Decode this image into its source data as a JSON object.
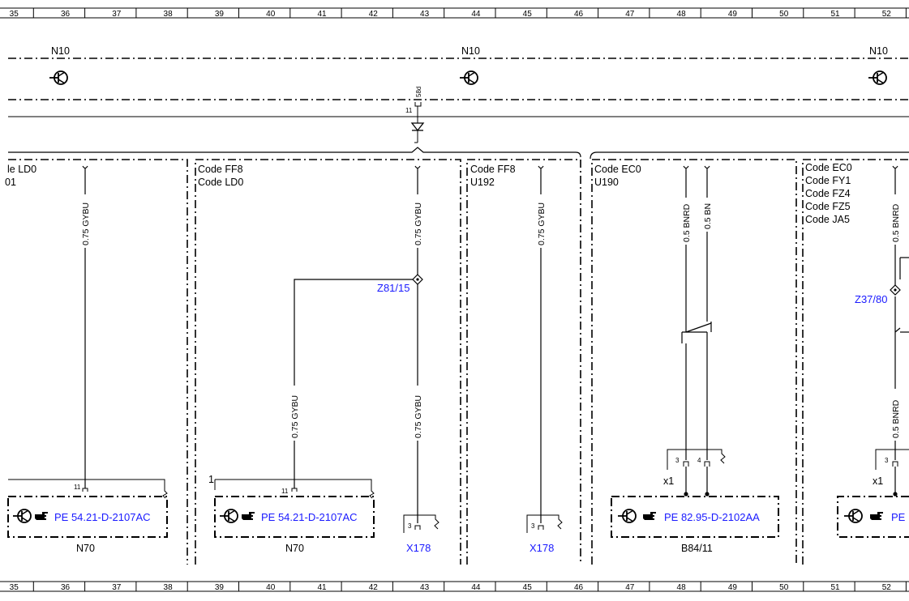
{
  "ruler": {
    "columns": [
      "35",
      "36",
      "37",
      "38",
      "39",
      "40",
      "41",
      "42",
      "43",
      "44",
      "45",
      "46",
      "47",
      "48",
      "49",
      "50",
      "51",
      "52"
    ]
  },
  "ground_points": [
    {
      "label": "N10"
    },
    {
      "label": "N10"
    },
    {
      "label": "N10"
    }
  ],
  "top_connector": {
    "pin": "11",
    "terminal": "58d"
  },
  "sections": [
    {
      "codes": [
        "le LD0",
        "01"
      ]
    },
    {
      "codes": [
        "Code FF8",
        "Code LD0"
      ]
    },
    {
      "codes": [
        "Code FF8",
        "U192"
      ]
    },
    {
      "codes": [
        "Code EC0",
        "U190"
      ]
    },
    {
      "codes": [
        "Code EC0",
        "Code FY1",
        "Code FZ4",
        "Code FZ5",
        "Code JA5"
      ]
    }
  ],
  "wires": [
    {
      "label": "0.75 GYBU"
    },
    {
      "label": "0.75 GYBU"
    },
    {
      "label": "0.75 GYBU"
    },
    {
      "label": "0.75 GYBU"
    },
    {
      "label": "0.75 GYBU"
    },
    {
      "label": "0.5 BNRD"
    },
    {
      "label": "0.5 BN"
    },
    {
      "label": "0.5 BNRD"
    },
    {
      "label": "0.5 BNRD"
    }
  ],
  "splices": [
    {
      "label": "Z81/15"
    },
    {
      "label": "Z37/80"
    }
  ],
  "components": [
    {
      "name": "N70",
      "ref": "PE 54.21-D-2107AC",
      "pin": "11"
    },
    {
      "name": "N70",
      "ref": "PE 54.21-D-2107AC",
      "pin": "11",
      "extra_pin": "1"
    },
    {
      "name": "B84/11",
      "ref": "PE 82.95-D-2102AA",
      "connector": "x1",
      "pins": [
        "3",
        "4"
      ]
    },
    {
      "name": "",
      "ref": "PE",
      "connector": "x1",
      "pins": [
        "3"
      ]
    }
  ],
  "connectors": [
    {
      "name": "X178",
      "pin": "3"
    },
    {
      "name": "X178",
      "pin": "3"
    }
  ]
}
